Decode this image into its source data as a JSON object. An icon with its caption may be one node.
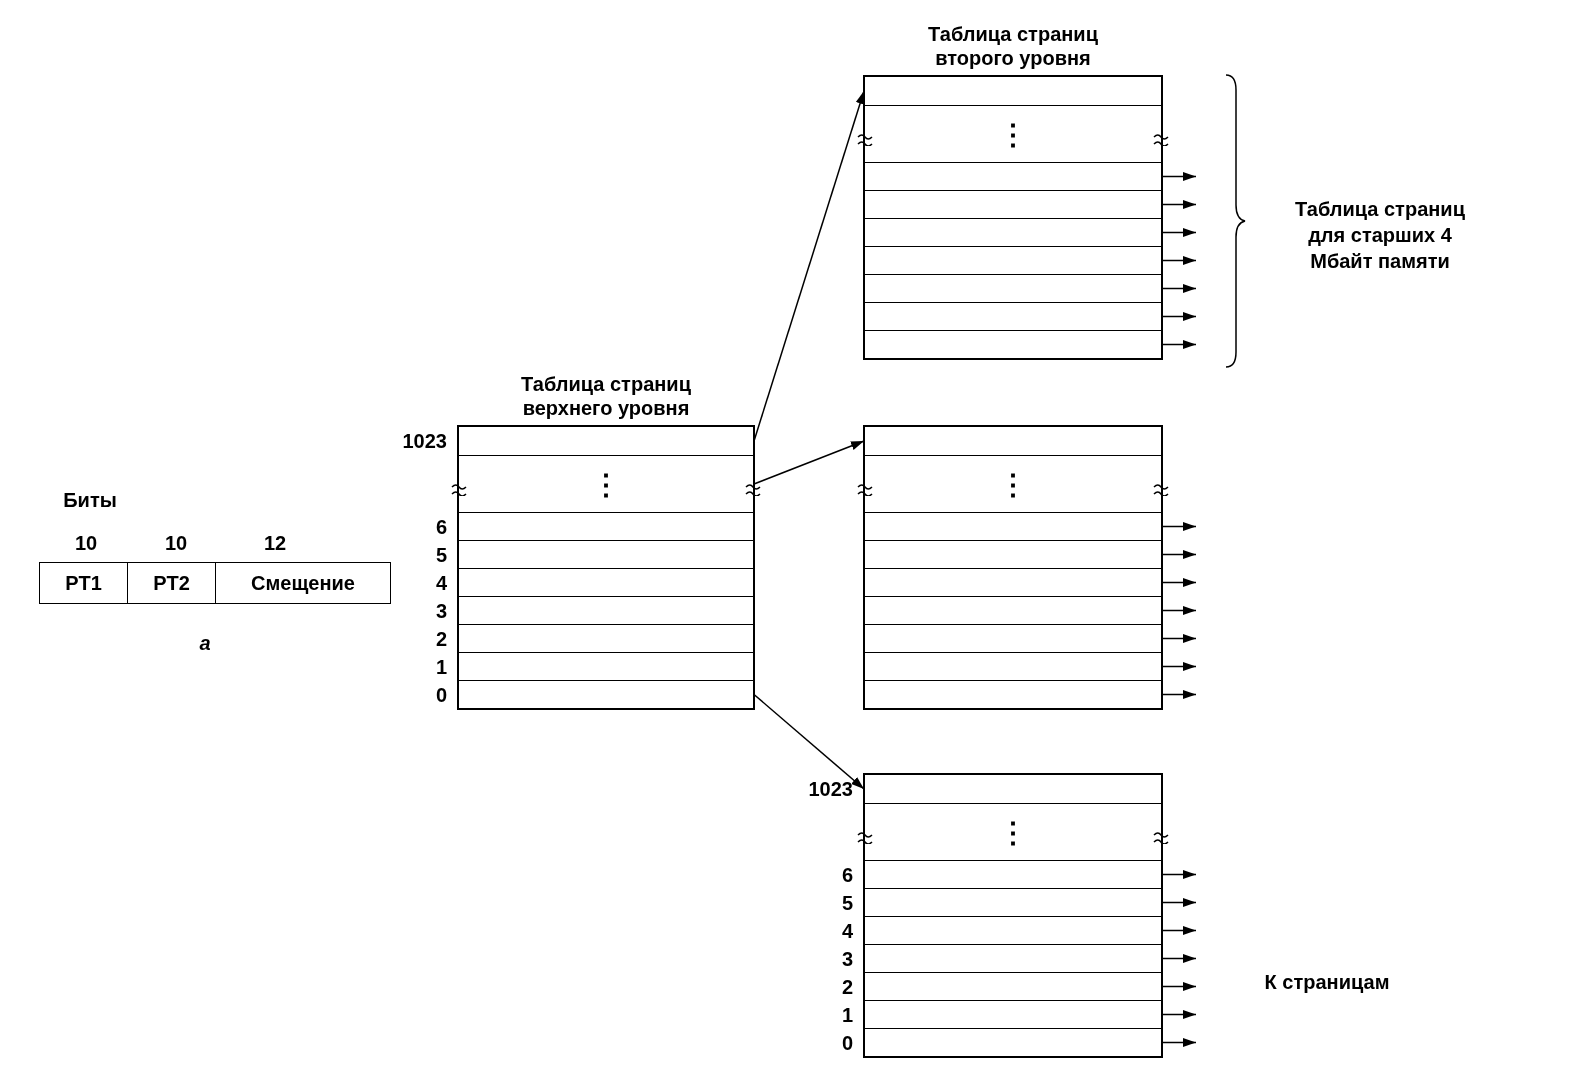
{
  "diagram": {
    "nodes": [
      {
        "text": [
          "PT1"
        ]
      },
      {
        "text": [
          "PT2"
        ]
      },
      {
        "text": [
          "Смещение"
        ]
      },
      {
        "text": [
          "Таблица страниц верхнего уровня"
        ]
      },
      {
        "text": [],
        "shape": "box",
        "in": 3,
        "beside": [
          "1023"
        ]
      },
      {
        "text": [
          "⋮"
        ],
        "in": 3
      },
      {
        "text": [],
        "shape": "box",
        "in": 3,
        "beside": [
          "6"
        ]
      },
      {
        "text": [],
        "shape": "box",
        "in": 3,
        "beside": [
          "5"
        ]
      },
      {
        "text": [],
        "shape": "box",
        "in": 3,
        "beside": [
          "4"
        ]
      },
      {
        "text": [],
        "shape": "box",
        "in": 3,
        "beside": [
          "3"
        ]
      },
      {
        "text": [],
        "shape": "box",
        "in": 3,
        "beside": [
          "2"
        ]
      },
      {
        "text": [],
        "shape": "box",
        "in": 3,
        "beside": [
          "1"
        ]
      },
      {
        "text": [],
        "shape": "box",
        "in": 3,
        "beside": [
          "0"
        ]
      },
      {
        "text": [
          "Таблица страниц второго уровня"
        ]
      },
      {
        "text": [],
        "shape": "box",
        "in": 13
      },
      {
        "text": [
          "⋮"
        ],
        "in": 13
      },
      {
        "text": [],
        "shape": "box",
        "in": 13
      },
      {
        "text": [],
        "shape": "box",
        "in": 13
      },
      {
        "text": [],
        "shape": "box",
        "in": 13
      },
      {
        "text": [],
        "shape": "box",
        "in": 13
      },
      {
        "text": [],
        "shape": "box",
        "in": 13
      },
      {
        "text": [],
        "shape": "box",
        "in": 13
      },
      {
        "text": [],
        "shape": "box",
        "in": 13
      },
      {
        "text": [],
        "shape": "box"
      },
      {
        "text": [],
        "shape": "box",
        "in": 23
      },
      {
        "text": [
          "⋮"
        ],
        "in": 23
      },
      {
        "text": [],
        "shape": "box",
        "in": 23
      },
      {
        "text": [],
        "shape": "box",
        "in": 23
      },
      {
        "text": [],
        "shape": "box",
        "in": 23
      },
      {
        "text": [],
        "shape": "box",
        "in": 23
      },
      {
        "text": [],
        "shape": "box",
        "in": 23
      },
      {
        "text": [],
        "shape": "box",
        "in": 23
      },
      {
        "text": [],
        "shape": "box",
        "in": 23
      },
      {
        "text": [],
        "shape": "box"
      },
      {
        "text": [],
        "shape": "box",
        "in": 33,
        "beside": [
          "1023"
        ]
      },
      {
        "text": [
          "⋮"
        ],
        "in": 33
      },
      {
        "text": [],
        "shape": "box",
        "in": 33,
        "beside": [
          "6"
        ]
      },
      {
        "text": [],
        "shape": "box",
        "in": 33,
        "beside": [
          "5"
        ]
      },
      {
        "text": [],
        "shape": "box",
        "in": 33,
        "beside": [
          "4"
        ]
      },
      {
        "text": [],
        "shape": "box",
        "in": 33,
        "beside": [
          "3"
        ]
      },
      {
        "text": [],
        "shape": "box",
        "in": 33,
        "beside": [
          "2"
        ]
      },
      {
        "text": [],
        "shape": "box",
        "in": 33,
        "beside": [
          "1"
        ]
      },
      {
        "text": [],
        "shape": "box",
        "in": 33,
        "beside": [
          "0"
        ]
      }
    ],
    "edges": [
      {
        "from": 4,
        "to": 14,
        "arrow": "to"
      },
      {
        "from": 5,
        "to": 24,
        "arrow": "to"
      },
      {
        "from": 12,
        "to": 34,
        "arrow": "to"
      },
      {
        "from": 16,
        "to": null,
        "arrow": "to"
      },
      {
        "from": 17,
        "to": null,
        "arrow": "to"
      },
      {
        "from": 18,
        "to": null,
        "arrow": "to"
      },
      {
        "from": 19,
        "to": null,
        "arrow": "to"
      },
      {
        "from": 20,
        "to": null,
        "arrow": "to"
      },
      {
        "from": 21,
        "to": null,
        "arrow": "to"
      },
      {
        "from": 22,
        "to": null,
        "arrow": "to"
      },
      {
        "from": 26,
        "to": null,
        "arrow": "to"
      },
      {
        "from": 27,
        "to": null,
        "arrow": "to"
      },
      {
        "from": 28,
        "to": null,
        "arrow": "to"
      },
      {
        "from": 29,
        "to": null,
        "arrow": "to"
      },
      {
        "from": 30,
        "to": null,
        "arrow": "to"
      },
      {
        "from": 31,
        "to": null,
        "arrow": "to"
      },
      {
        "from": 32,
        "to": null,
        "arrow": "to"
      },
      {
        "from": 36,
        "to": null,
        "arrow": "to"
      },
      {
        "from": 37,
        "to": null,
        "arrow": "to"
      },
      {
        "from": 38,
        "to": null,
        "arrow": "to"
      },
      {
        "from": 39,
        "to": null,
        "arrow": "to"
      },
      {
        "from": 40,
        "to": null,
        "arrow": "to"
      },
      {
        "from": 41,
        "to": null,
        "arrow": "to"
      },
      {
        "from": 42,
        "to": null,
        "arrow": "to"
      }
    ],
    "labels": [
      "Биты",
      "10",
      "10",
      "12",
      "а",
      "Таблица страниц для старших 4 Мбайт памяти",
      "К страницам"
    ]
  }
}
